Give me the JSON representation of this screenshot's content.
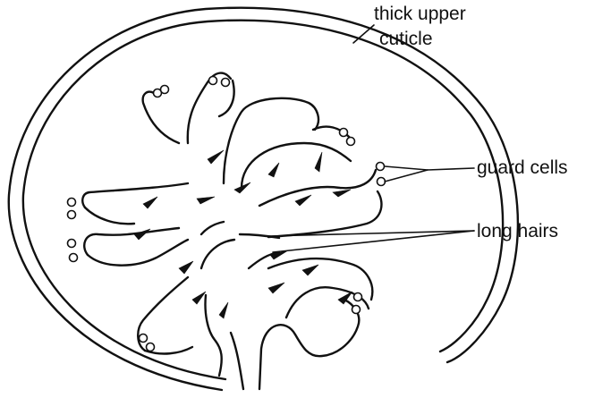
{
  "labels": {
    "cuticle_line1": "thick upper",
    "cuticle_line2": "cuticle",
    "guard_cells": "guard cells",
    "long_hairs": "long hairs"
  }
}
